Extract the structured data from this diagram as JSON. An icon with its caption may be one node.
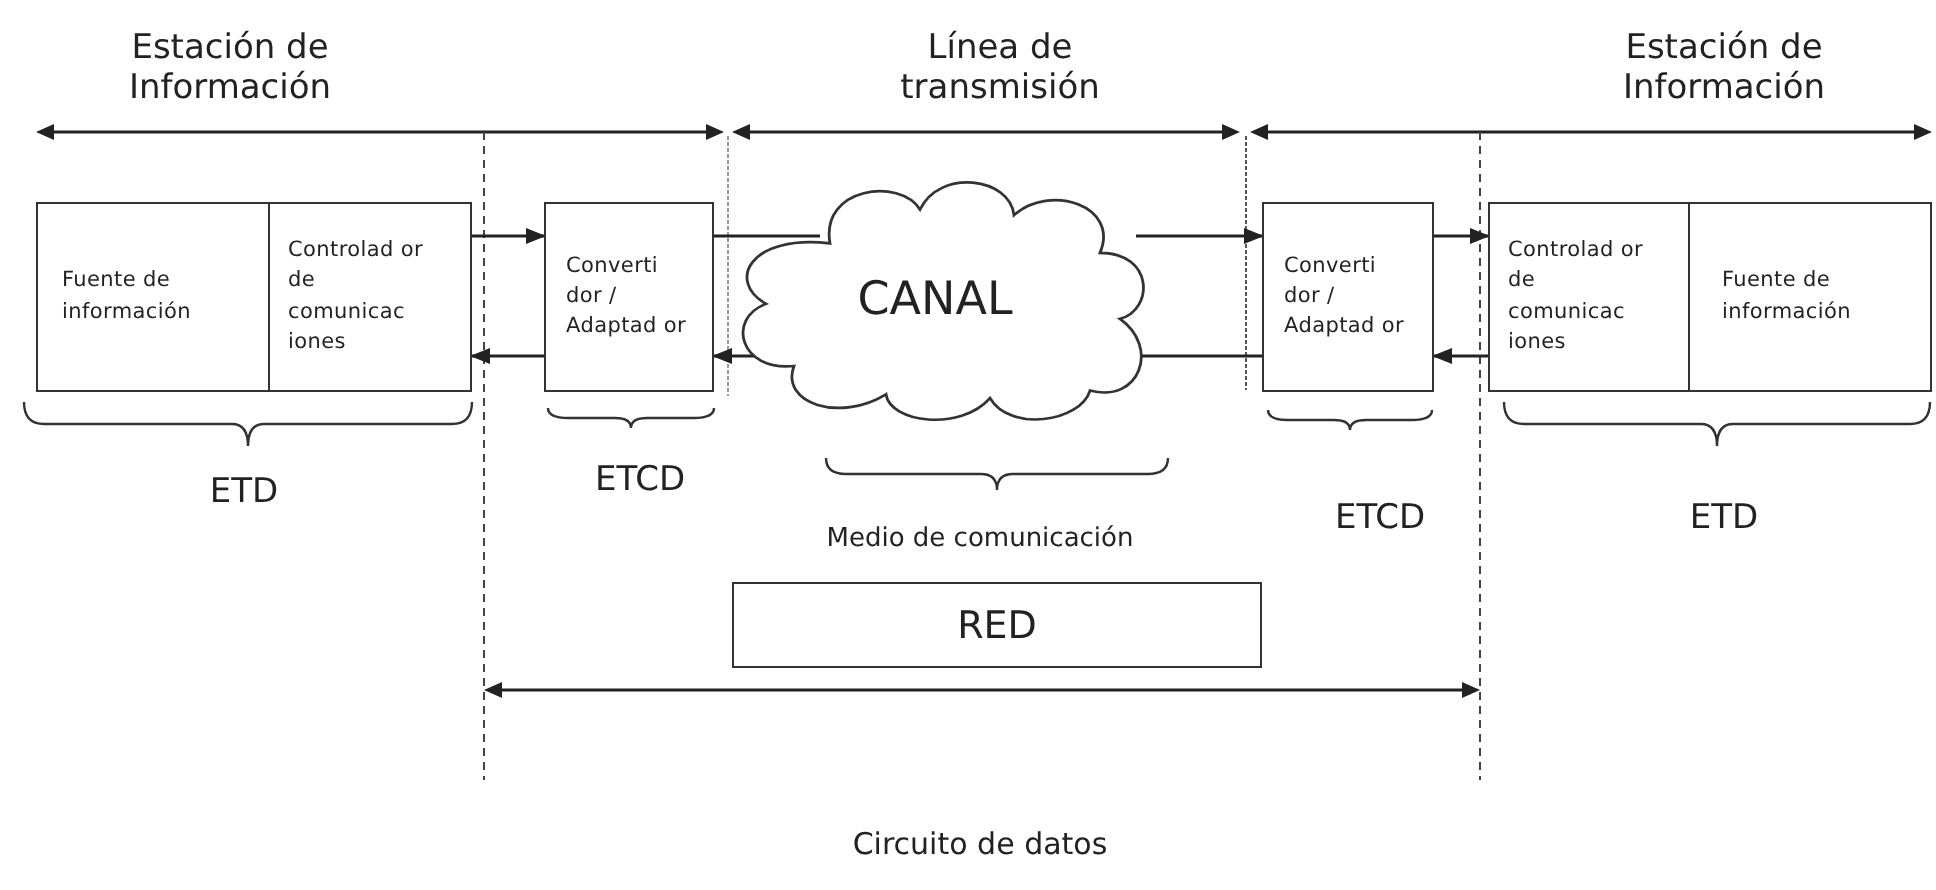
{
  "diagram": {
    "nodes": [
      {
        "text": [
          "Fuente de información"
        ]
      },
      {
        "text": [
          "Controlad or de comunicac iones"
        ]
      },
      {
        "text": [
          "Converti dor / Adaptad or"
        ]
      },
      {
        "text": [
          "CANAL"
        ]
      },
      {
        "text": [
          "Converti dor / Adaptad or"
        ]
      },
      {
        "text": [
          "Controlad or de comunicac iones"
        ]
      },
      {
        "text": [
          "Fuente de información"
        ]
      },
      {
        "text": [
          "RED"
        ]
      }
    ],
    "edges": [
      {
        "from": 1,
        "to": 2,
        "arrow": "to"
      },
      {
        "from": 2,
        "to": 1,
        "arrow": "to"
      },
      {
        "from": 2,
        "to": 3,
        "arrow": "none"
      },
      {
        "from": 3,
        "to": 2,
        "arrow": "to"
      },
      {
        "from": 3,
        "to": 4,
        "arrow": "to"
      },
      {
        "from": 4,
        "to": 3,
        "arrow": "none"
      },
      {
        "from": 4,
        "to": 5,
        "arrow": "to"
      },
      {
        "from": 5,
        "to": 4,
        "arrow": "to"
      }
    ],
    "labels": [
      "Estación de Información",
      "Línea de transmisión",
      "Estación de Información",
      "ETD",
      "ETCD",
      "Medio de comunicación",
      "ETCD",
      "ETD",
      "Circuito de datos"
    ]
  }
}
